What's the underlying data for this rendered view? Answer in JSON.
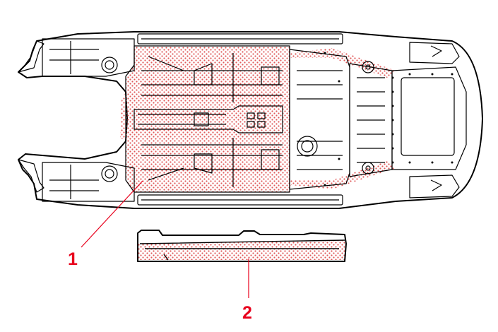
{
  "diagram": {
    "callouts": [
      {
        "number": "1",
        "part": "floor-pan"
      },
      {
        "number": "2",
        "part": "rocker-sill-panel"
      }
    ],
    "colors": {
      "outline": "#000000",
      "highlight_dots": "#e05a5a",
      "callout": "#e8001c",
      "background": "#ffffff"
    }
  }
}
